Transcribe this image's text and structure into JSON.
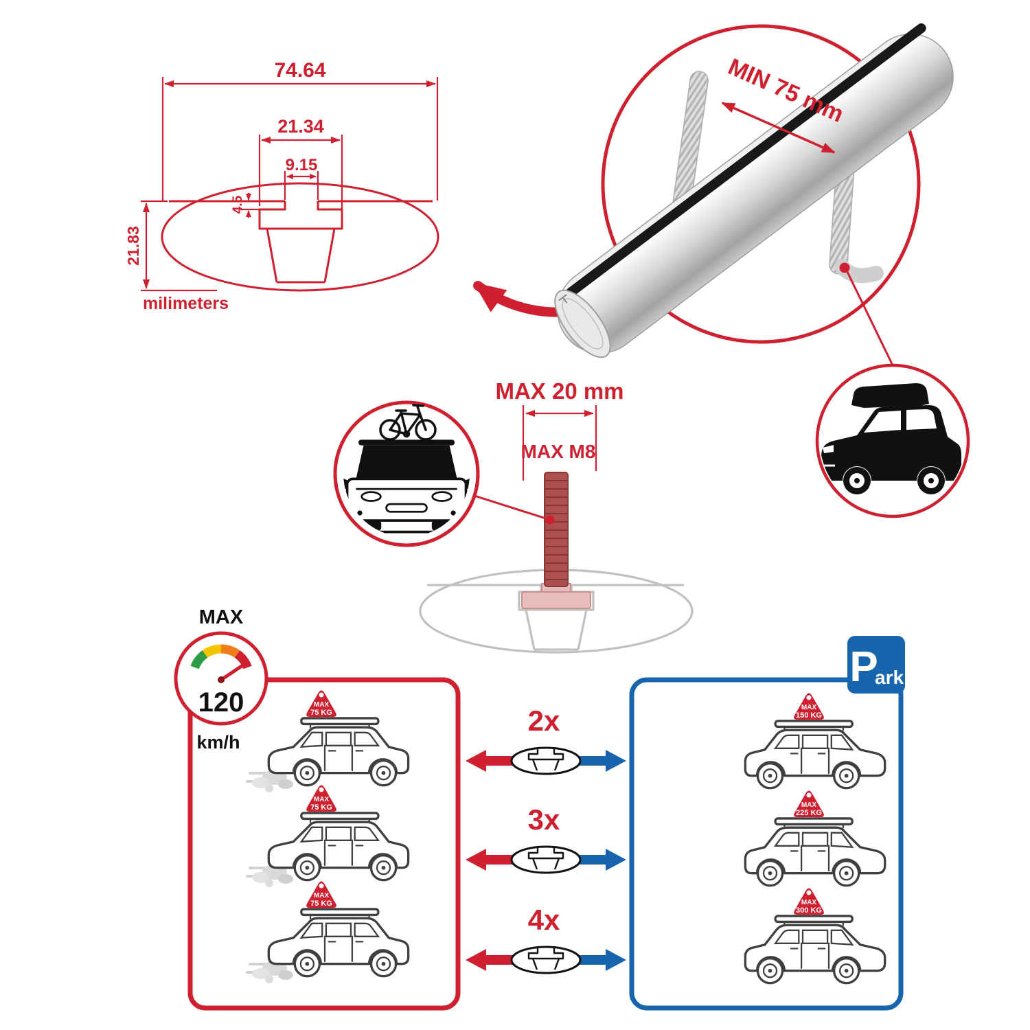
{
  "page": {
    "description": "Roof rack cross bar fitting and load capacity infographic"
  },
  "colors": {
    "accent_red": "#cf2030",
    "accent_blue": "#1766ad",
    "muted_gray": "#c0c0c0",
    "ink": "#111111"
  },
  "cross_section": {
    "total_width": "74.64",
    "slot_outer_width": "21.34",
    "slot_inner_width": "9.15",
    "lip_depth": "4.5",
    "total_height": "21.83",
    "units_label": "milimeters"
  },
  "clamp": {
    "min_span_label": "MIN 75 mm"
  },
  "bolt": {
    "max_width_label": "MAX 20 mm",
    "max_thread_label": "MAX M8"
  },
  "speed_limit": {
    "label": "MAX",
    "value": "120",
    "units": "km/h"
  },
  "parking_sign": {
    "letter": "P",
    "rest": "ark"
  },
  "multipliers": [
    "2x",
    "3x",
    "4x"
  ],
  "load_signs": {
    "driving": [
      {
        "line1": "MAX",
        "line2": "75 KG"
      },
      {
        "line1": "MAX",
        "line2": "75 KG"
      },
      {
        "line1": "MAX",
        "line2": "75 KG"
      }
    ],
    "parked": [
      {
        "line1": "MAX",
        "line2": "150 KG"
      },
      {
        "line1": "MAX",
        "line2": "225 KG"
      },
      {
        "line1": "MAX",
        "line2": "300 KG"
      }
    ]
  }
}
